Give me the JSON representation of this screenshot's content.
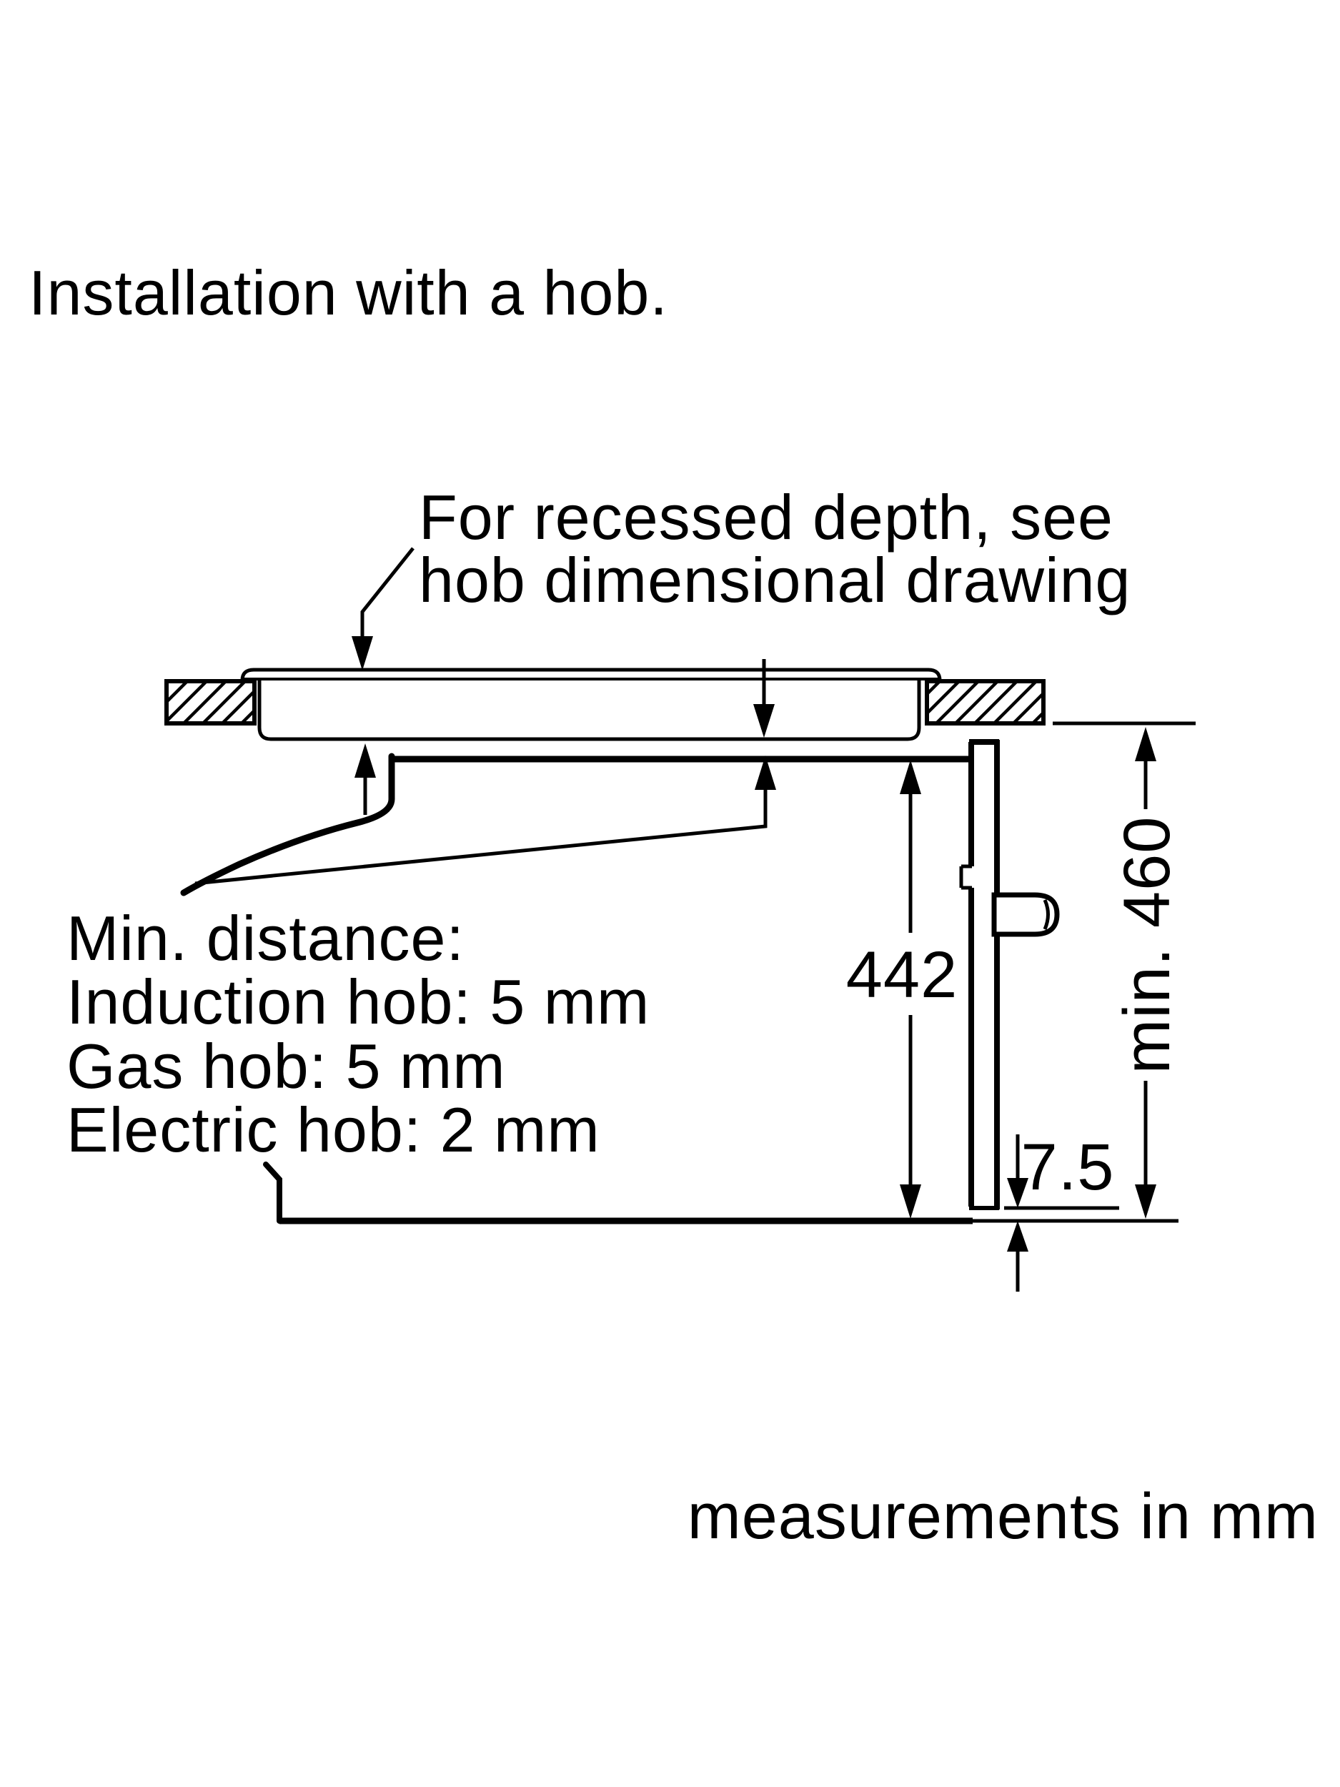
{
  "title": "Installation with a hob.",
  "callout_recessed": {
    "line1": "For recessed depth, see",
    "line2": "hob dimensional drawing"
  },
  "callout_min_distance": {
    "line1": "Min. distance:",
    "line2": "Induction hob: 5 mm",
    "line3": "Gas hob: 5 mm",
    "line4": "Electric hob: 2 mm"
  },
  "dimensions": {
    "appliance_height": "442",
    "door_bottom_clearance": "7.5",
    "niche_height": "min. 460"
  },
  "footer_note": "measurements in mm",
  "colors": {
    "ink": "#000000",
    "background": "#ffffff"
  }
}
